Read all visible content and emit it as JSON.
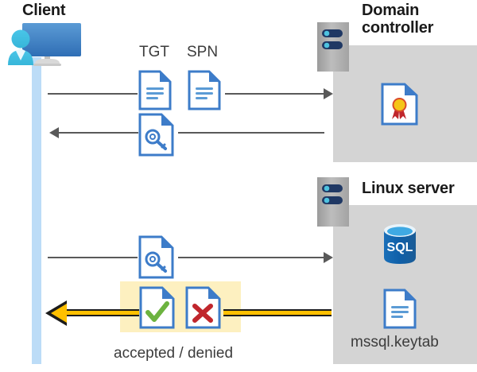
{
  "diagram": {
    "title_client": "Client",
    "title_domain_controller": "Domain\ncontroller",
    "title_domain_controller_line1": "Domain",
    "title_domain_controller_line2": "controller",
    "title_linux_server": "Linux server",
    "label_tgt": "TGT",
    "label_spn": "SPN",
    "label_accepted_denied": "accepted / denied",
    "label_keytab": "mssql.keytab",
    "icons": {
      "client": "client-workstation-icon",
      "server_dc": "server-rack-icon",
      "server_linux": "server-rack-icon",
      "certificate": "certificate-document-icon",
      "sql_database": "sql-database-icon",
      "keytab_document": "document-icon",
      "tgt_document": "document-icon",
      "spn_document": "document-icon",
      "ticket_key_1": "key-document-icon",
      "ticket_key_2": "key-document-icon",
      "accepted": "document-check-icon",
      "denied": "document-cross-icon"
    },
    "flows": [
      {
        "name": "client-to-dc-request",
        "direction": "right",
        "payload": "TGT SPN"
      },
      {
        "name": "dc-to-client-ticket",
        "direction": "left",
        "payload": "service ticket"
      },
      {
        "name": "client-to-linux-ticket",
        "direction": "right",
        "payload": "service ticket"
      },
      {
        "name": "linux-to-client-result",
        "direction": "left",
        "payload": "accepted / denied"
      }
    ],
    "colors": {
      "panel_grey": "#d4d4d4",
      "lifeline_blue": "#bcdcf7",
      "highlight_yellow": "#fdf0c0",
      "arrow_yellow": "#ffc000",
      "line_grey": "#595959",
      "doc_blue": "#3d7cc9",
      "sql_blue": "#0f6cbd",
      "check_green": "#6cb33f",
      "cross_red": "#c0262c",
      "seal_gold": "#f5c518",
      "ribbon_red": "#c0262c",
      "text_dark": "#1a1a1a"
    }
  }
}
